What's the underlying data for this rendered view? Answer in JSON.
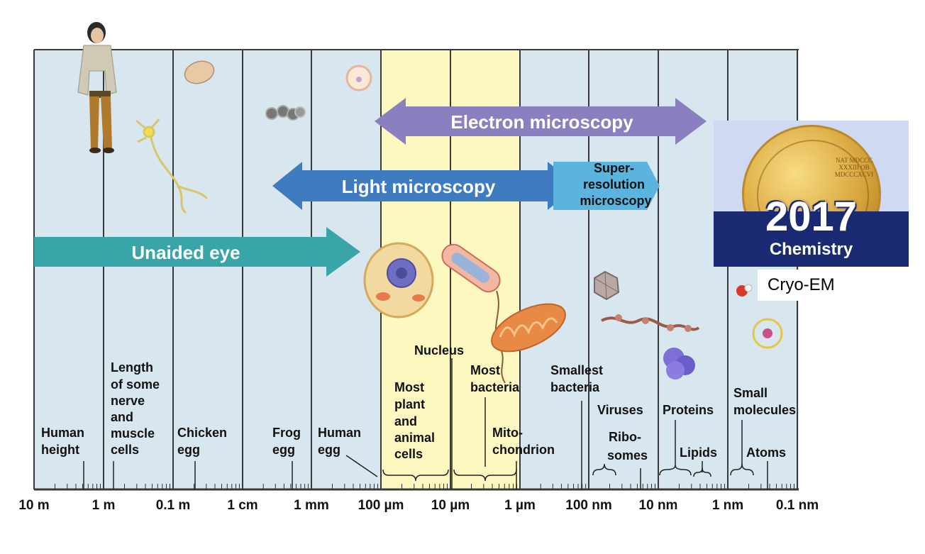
{
  "scale": {
    "ticks": [
      "10 m",
      "1 m",
      "0.1 m",
      "1 cm",
      "1 mm",
      "100 µm",
      "10 µm",
      "1 µm",
      "100 nm",
      "10 nm",
      "1 nm",
      "0.1 nm"
    ]
  },
  "ranges": {
    "electron": "Electron microscopy",
    "light": "Light microscopy",
    "super": [
      "Super-",
      "resolution",
      "microscopy"
    ],
    "eye": "Unaided eye"
  },
  "labels": {
    "human_height": [
      "Human",
      "height"
    ],
    "nerve": [
      "Length",
      "of some",
      "nerve",
      "and",
      "muscle",
      "cells"
    ],
    "chicken_egg": [
      "Chicken",
      "egg"
    ],
    "frog_egg": [
      "Frog",
      "egg"
    ],
    "human_egg": [
      "Human",
      "egg"
    ],
    "plant_animal": [
      "Most",
      "plant",
      "and",
      "animal",
      "cells"
    ],
    "nucleus": "Nucleus",
    "bacteria": [
      "Most",
      "bacteria"
    ],
    "mito": [
      "Mito-",
      "chondrion"
    ],
    "smallest_bacteria": [
      "Smallest",
      "bacteria"
    ],
    "viruses": "Viruses",
    "ribosomes": [
      "Ribo-",
      "somes"
    ],
    "proteins": "Proteins",
    "lipids": "Lipids",
    "small_molecules": [
      "Small",
      "molecules"
    ],
    "atoms": "Atoms"
  },
  "nobel": {
    "medal_text": "NAT MDCCC XXXIII OB MDCCCXCVI",
    "year": "2017",
    "field": "Chemistry",
    "caption": "Cryo-EM"
  },
  "colors": {
    "panel": "#d8e6ef",
    "highlight": "#fdf7c0",
    "electron": "#8a80bf",
    "light": "#3e7bbf",
    "super": "#5ab4de",
    "eye": "#3aa5a8",
    "nobel_band": "#1b2b73"
  }
}
